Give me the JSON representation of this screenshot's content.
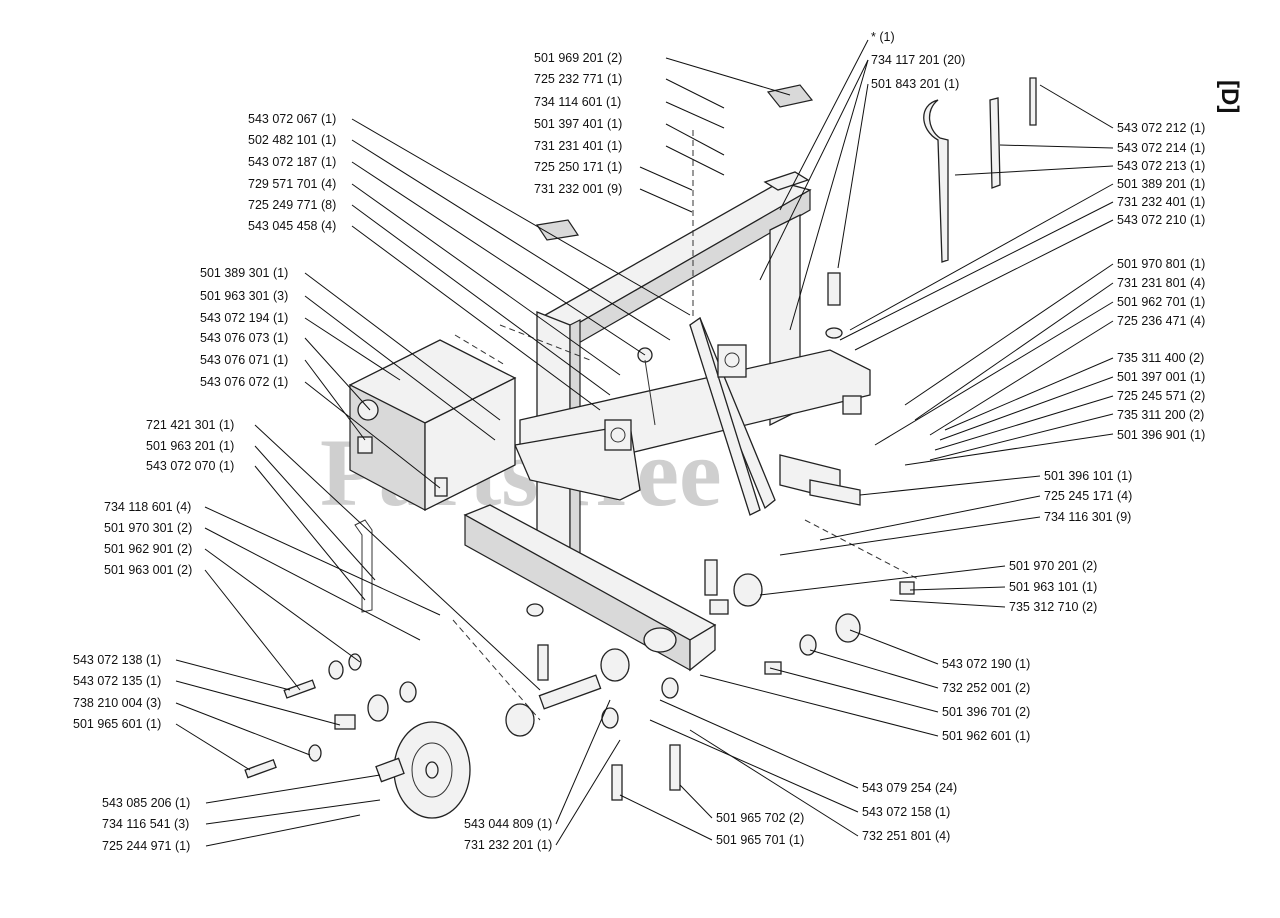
{
  "diagram": {
    "section_id": "[D]",
    "watermark": "PartsTree",
    "callouts": [
      {
        "id": "c01",
        "text": "501 969 201 (2)"
      },
      {
        "id": "c02",
        "text": "725 232 771 (1)"
      },
      {
        "id": "c03",
        "text": "734 114 601 (1)"
      },
      {
        "id": "c04",
        "text": "501 397 401 (1)"
      },
      {
        "id": "c05",
        "text": "731 231 401 (1)"
      },
      {
        "id": "c06",
        "text": "725 250 171 (1)"
      },
      {
        "id": "c07",
        "text": "731 232 001 (9)"
      },
      {
        "id": "c08",
        "text": "* (1)"
      },
      {
        "id": "c09",
        "text": "734 117 201 (20)"
      },
      {
        "id": "c10",
        "text": "501 843 201 (1)"
      },
      {
        "id": "c11",
        "text": "543 072 067 (1)"
      },
      {
        "id": "c12",
        "text": "502 482 101 (1)"
      },
      {
        "id": "c13",
        "text": "543 072 187 (1)"
      },
      {
        "id": "c14",
        "text": "729 571 701 (4)"
      },
      {
        "id": "c15",
        "text": "725 249 771 (8)"
      },
      {
        "id": "c16",
        "text": "543 045 458 (4)"
      },
      {
        "id": "c17",
        "text": "543 072 212 (1)"
      },
      {
        "id": "c18",
        "text": "543 072 214 (1)"
      },
      {
        "id": "c19",
        "text": "543 072 213 (1)"
      },
      {
        "id": "c20",
        "text": "501 389 201 (1)"
      },
      {
        "id": "c21",
        "text": "731 232 401 (1)"
      },
      {
        "id": "c22",
        "text": "543 072 210 (1)"
      },
      {
        "id": "c23",
        "text": "501 389 301 (1)"
      },
      {
        "id": "c24",
        "text": "501 963 301 (3)"
      },
      {
        "id": "c25",
        "text": "543 072 194 (1)"
      },
      {
        "id": "c26",
        "text": "543 076 073 (1)"
      },
      {
        "id": "c27",
        "text": "543 076 071 (1)"
      },
      {
        "id": "c28",
        "text": "543 076 072 (1)"
      },
      {
        "id": "c29",
        "text": "501 970 801 (1)"
      },
      {
        "id": "c30",
        "text": "731 231 801 (4)"
      },
      {
        "id": "c31",
        "text": "501 962 701 (1)"
      },
      {
        "id": "c32",
        "text": "725 236 471 (4)"
      },
      {
        "id": "c33",
        "text": "735 311 400 (2)"
      },
      {
        "id": "c34",
        "text": "501 397 001 (1)"
      },
      {
        "id": "c35",
        "text": "725 245 571 (2)"
      },
      {
        "id": "c36",
        "text": "735 311 200 (2)"
      },
      {
        "id": "c37",
        "text": "501 396 901 (1)"
      },
      {
        "id": "c38",
        "text": "721 421 301 (1)"
      },
      {
        "id": "c39",
        "text": "501 963 201 (1)"
      },
      {
        "id": "c40",
        "text": "543 072 070 (1)"
      },
      {
        "id": "c41",
        "text": "501 396 101 (1)"
      },
      {
        "id": "c42",
        "text": "725 245 171 (4)"
      },
      {
        "id": "c43",
        "text": "734 116 301 (9)"
      },
      {
        "id": "c44",
        "text": "734 118 601 (4)"
      },
      {
        "id": "c45",
        "text": "501 970 301 (2)"
      },
      {
        "id": "c46",
        "text": "501 962 901 (2)"
      },
      {
        "id": "c47",
        "text": "501 963 001 (2)"
      },
      {
        "id": "c48",
        "text": "501 970 201 (2)"
      },
      {
        "id": "c49",
        "text": "501 963 101 (1)"
      },
      {
        "id": "c50",
        "text": "735 312 710 (2)"
      },
      {
        "id": "c51",
        "text": "543 072 138 (1)"
      },
      {
        "id": "c52",
        "text": "543 072 135 (1)"
      },
      {
        "id": "c53",
        "text": "738 210 004 (3)"
      },
      {
        "id": "c54",
        "text": "501 965 601 (1)"
      },
      {
        "id": "c55",
        "text": "543 072 190 (1)"
      },
      {
        "id": "c56",
        "text": "732 252 001 (2)"
      },
      {
        "id": "c57",
        "text": "501 396 701 (2)"
      },
      {
        "id": "c58",
        "text": "501 962 601 (1)"
      },
      {
        "id": "c59",
        "text": "543 079 254 (24)"
      },
      {
        "id": "c60",
        "text": "543 072 158 (1)"
      },
      {
        "id": "c61",
        "text": "732 251 801 (4)"
      },
      {
        "id": "c62",
        "text": "543 085 206 (1)"
      },
      {
        "id": "c63",
        "text": "734 116 541 (3)"
      },
      {
        "id": "c64",
        "text": "725 244 971 (1)"
      },
      {
        "id": "c65",
        "text": "543 044 809 (1)"
      },
      {
        "id": "c66",
        "text": "731 232 201 (1)"
      },
      {
        "id": "c67",
        "text": "501 965 702 (2)"
      },
      {
        "id": "c68",
        "text": "501 965 701 (1)"
      }
    ]
  }
}
